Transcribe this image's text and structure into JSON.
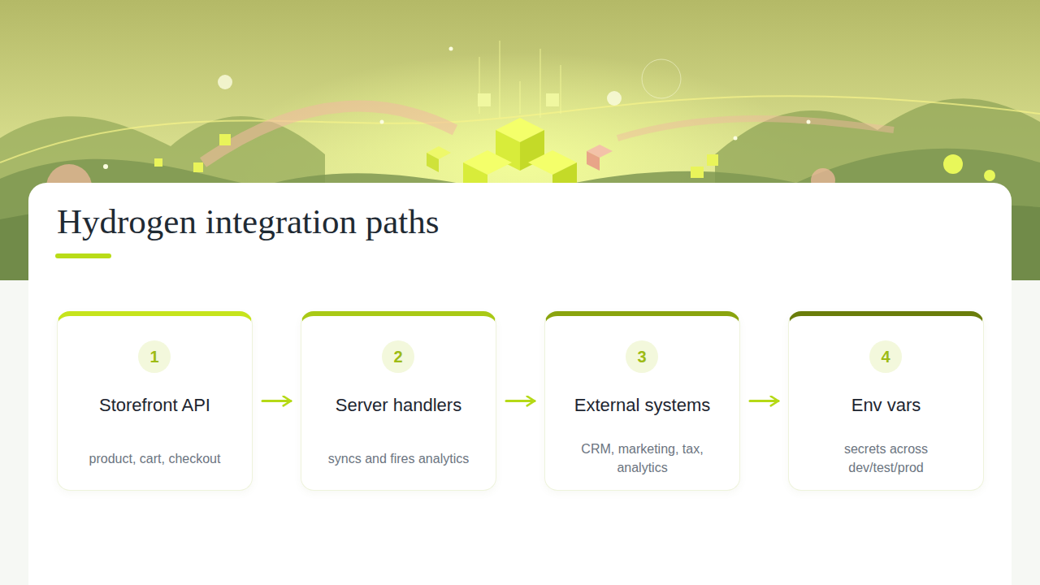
{
  "diagram": {
    "title": "Hydrogen integration paths",
    "nodes": [
      {
        "text": [
          "Storefront API",
          "product, cart, checkout"
        ]
      },
      {
        "text": [
          "1"
        ],
        "in": 0
      },
      {
        "text": [
          "Server handlers",
          "syncs and fires analytics"
        ]
      },
      {
        "text": [
          "2"
        ],
        "in": 2
      },
      {
        "text": [
          "External systems",
          "CRM, marketing, tax, analytics"
        ]
      },
      {
        "text": [
          "3"
        ],
        "in": 4
      },
      {
        "text": [
          "Env vars",
          "secrets across dev/test/prod"
        ]
      },
      {
        "text": [
          "4"
        ],
        "in": 6
      }
    ],
    "edges": [
      {
        "from": 0,
        "to": 2,
        "arrow": "to"
      },
      {
        "from": 2,
        "to": 4,
        "arrow": "to"
      },
      {
        "from": 4,
        "to": 6,
        "arrow": "to"
      }
    ]
  }
}
